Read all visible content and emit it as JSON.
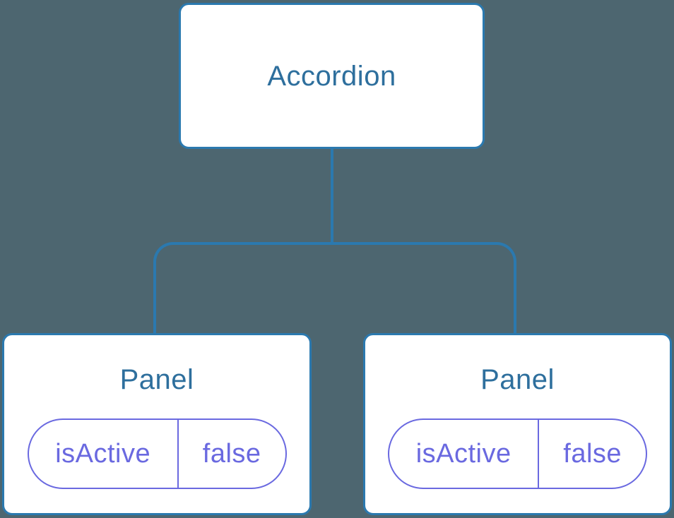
{
  "diagram": {
    "type": "component-tree",
    "root": {
      "label": "Accordion"
    },
    "panels": [
      {
        "label": "Panel",
        "state": {
          "key": "isActive",
          "value": "false"
        }
      },
      {
        "label": "Panel",
        "state": {
          "key": "isActive",
          "value": "false"
        }
      }
    ],
    "colors": {
      "background": "#4d6670",
      "stroke_blue": "#2b79af",
      "text_blue": "#2e6f9d",
      "state_purple": "#6a69e0",
      "node_fill": "#ffffff"
    }
  }
}
